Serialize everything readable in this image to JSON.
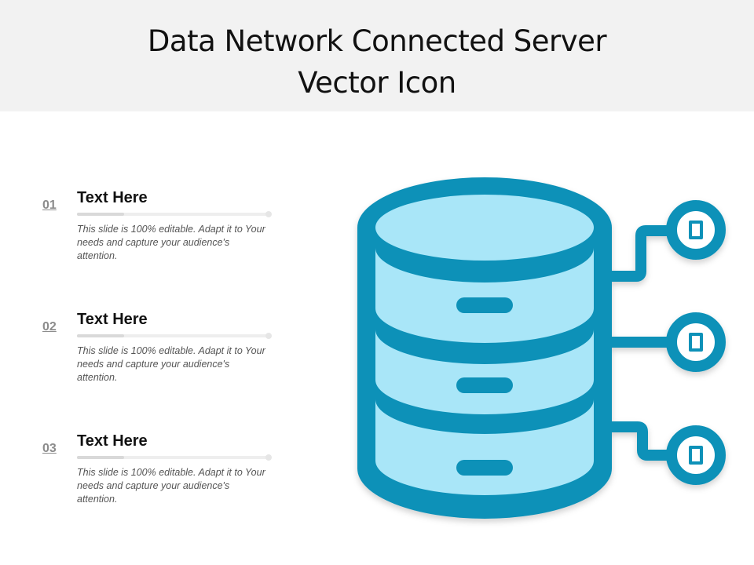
{
  "slide": {
    "title_line1": "Data Network Connected Server",
    "title_line2": "Vector Icon"
  },
  "items": [
    {
      "number": "01",
      "heading": "Text Here",
      "body": "This slide is 100% editable. Adapt it to Your needs and capture your audience's attention."
    },
    {
      "number": "02",
      "heading": "Text Here",
      "body": "This slide is 100% editable. Adapt it to Your needs and capture your audience's attention."
    },
    {
      "number": "03",
      "heading": "Text Here",
      "body": "This slide is 100% editable. Adapt it to Your needs and capture your audience's attention."
    }
  ],
  "icon": {
    "name": "database-server-icon",
    "stroke_color": "#0e91b8",
    "fill_color": "#a9e6f8"
  }
}
